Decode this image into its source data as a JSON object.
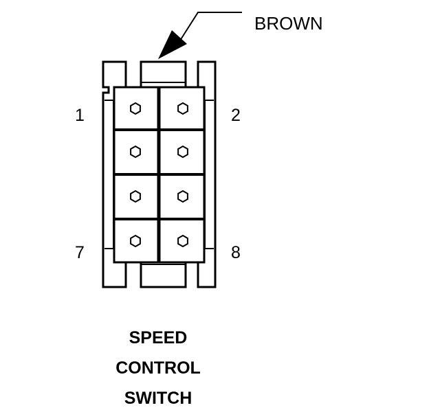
{
  "wire_label": "BROWN",
  "pins": {
    "top_left": "1",
    "top_right": "2",
    "bottom_left": "7",
    "bottom_right": "8"
  },
  "caption": [
    "SPEED",
    "CONTROL",
    "SWITCH"
  ],
  "terminal_count": 8,
  "colors": {
    "line": "#000000",
    "background": "#ffffff"
  }
}
